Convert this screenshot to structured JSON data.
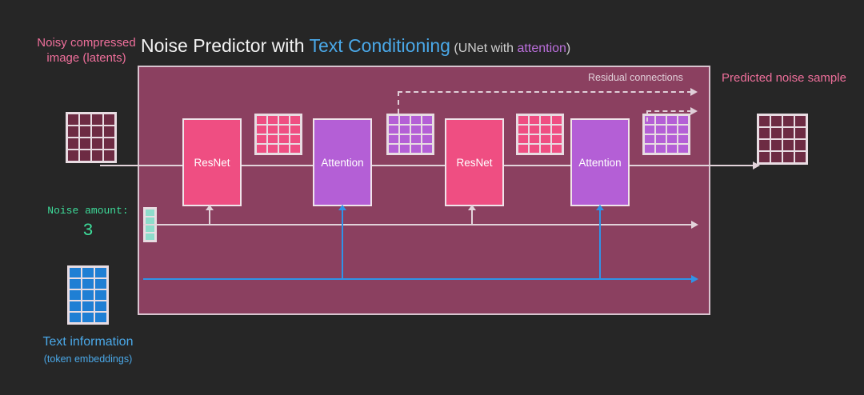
{
  "title": {
    "part1": "Noise Predictor with ",
    "accent": "Text Conditioning",
    "sub_open": " (UNet with ",
    "sub_accent": "attention",
    "sub_close": ")"
  },
  "labels": {
    "latents": "Noisy compressed image (latents)",
    "predicted": "Predicted noise sample",
    "noise_amount_label": "Noise amount:",
    "noise_amount_value": "3",
    "text_info": "Text information",
    "text_info_sub": "(token embeddings)",
    "residual": "Residual connections"
  },
  "blocks": [
    {
      "id": "resnet-1",
      "label": "ResNet",
      "type": "resnet"
    },
    {
      "id": "attention-1",
      "label": "Attention",
      "type": "attention"
    },
    {
      "id": "resnet-2",
      "label": "ResNet",
      "type": "resnet"
    },
    {
      "id": "attention-2",
      "label": "Attention",
      "type": "attention"
    }
  ],
  "grids": {
    "latents": {
      "cols": 4,
      "rows": 4,
      "color": "#6d2b43"
    },
    "predicted": {
      "cols": 4,
      "rows": 4,
      "color": "#6d2b43"
    },
    "tokens": {
      "cols": 3,
      "rows": 5,
      "color": "#1f7fd4"
    },
    "noise": {
      "cols": 1,
      "rows": 4,
      "color": "#8edccb"
    },
    "resnet_out_1": {
      "cols": 4,
      "rows": 4,
      "color": "#ef4e82"
    },
    "attention_out_1": {
      "cols": 4,
      "rows": 4,
      "color": "#b45fd6"
    },
    "resnet_out_2": {
      "cols": 4,
      "rows": 4,
      "color": "#ef4e82"
    },
    "attention_out_2": {
      "cols": 4,
      "rows": 4,
      "color": "#b45fd6"
    }
  },
  "colors": {
    "background": "#262626",
    "panel": "#8b4060",
    "resnet": "#ef4e82",
    "attention": "#b45fd6",
    "text_blue": "#2f93e8",
    "noise_green": "#3ddc9a",
    "label_pink": "#ef6f9b",
    "line_white": "#e2d3da"
  }
}
